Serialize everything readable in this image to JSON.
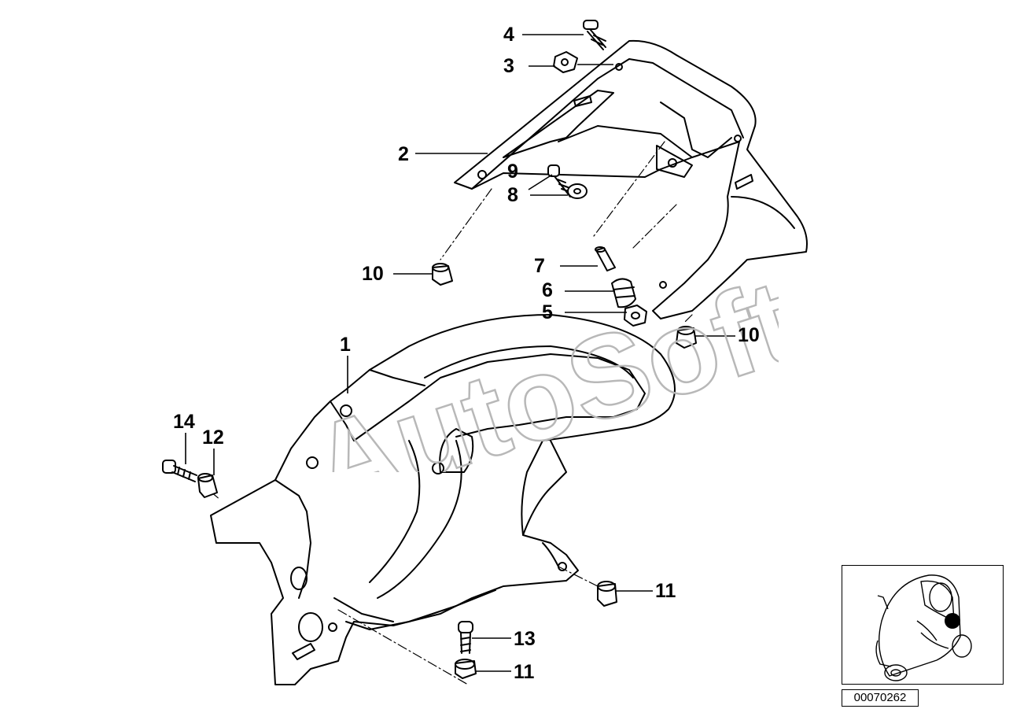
{
  "callouts": [
    {
      "label": "1"
    },
    {
      "label": "2"
    },
    {
      "label": "3"
    },
    {
      "label": "4"
    },
    {
      "label": "5"
    },
    {
      "label": "6"
    },
    {
      "label": "7"
    },
    {
      "label": "8"
    },
    {
      "label": "9"
    },
    {
      "label": "10"
    },
    {
      "label": "10"
    },
    {
      "label": "11"
    },
    {
      "label": "11"
    },
    {
      "label": "12"
    },
    {
      "label": "13"
    },
    {
      "label": "14"
    }
  ],
  "watermark": {
    "text": "AutoSoft"
  },
  "diagram_code": "00070262",
  "colors": {
    "line": "#000000",
    "background": "#ffffff",
    "watermark": "#b8b8b8",
    "highlight": "#000000"
  }
}
